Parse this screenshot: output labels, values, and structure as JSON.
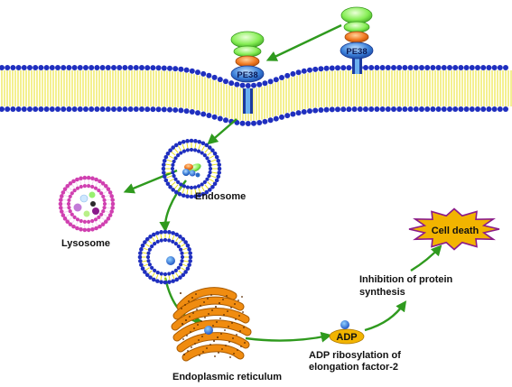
{
  "labels": {
    "receptor_top": "PE38",
    "receptor_bound": "PE38",
    "endosome": "Endosome",
    "lysosome": "Lysosome",
    "er": "Endoplasmic reticulum",
    "adp": "ADP",
    "adp_caption_line1": "ADP ribosylation of",
    "adp_caption_line2": "elongation factor-2",
    "inhibition_line1": "Inhibition of protein",
    "inhibition_line2": "synthesis",
    "cell_death": "Cell death"
  },
  "colors": {
    "membrane_head": "#1f2fbf",
    "membrane_tail": "#e8e020",
    "arrow": "#2f9a1e",
    "toxin_top": "#8cf060",
    "toxin_middle": "#f07820",
    "toxin_bottom": "#3a7fd8",
    "lysosome": "#d040b0",
    "er": "#f08c10",
    "cell_death": "#f2b400",
    "adp": "#f2b400"
  }
}
